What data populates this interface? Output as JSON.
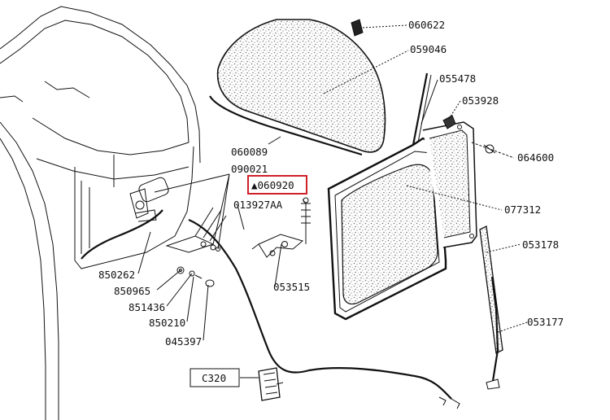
{
  "diagram": {
    "highlight_color": "#d0202a",
    "line_color": "#111111",
    "texture_color": "#8a8a8a",
    "part_labels": [
      {
        "id": "p060622",
        "text": "060622"
      },
      {
        "id": "p059046",
        "text": "059046"
      },
      {
        "id": "p055478",
        "text": "055478"
      },
      {
        "id": "p053928",
        "text": "053928"
      },
      {
        "id": "p064600",
        "text": "064600"
      },
      {
        "id": "p060089",
        "text": "060089"
      },
      {
        "id": "p090021",
        "text": "090021"
      },
      {
        "id": "p060920",
        "text": "▲060920",
        "highlighted": true
      },
      {
        "id": "p013927",
        "text": "013927AA"
      },
      {
        "id": "p077312",
        "text": "077312"
      },
      {
        "id": "p053178",
        "text": "053178"
      },
      {
        "id": "p053515",
        "text": "053515"
      },
      {
        "id": "p850262",
        "text": "850262"
      },
      {
        "id": "p850965",
        "text": "850965"
      },
      {
        "id": "p851436",
        "text": "851436"
      },
      {
        "id": "p850210",
        "text": "850210"
      },
      {
        "id": "p045397",
        "text": "045397"
      },
      {
        "id": "p053177",
        "text": "053177"
      },
      {
        "id": "c320",
        "text": "C320",
        "boxed": true
      }
    ]
  }
}
